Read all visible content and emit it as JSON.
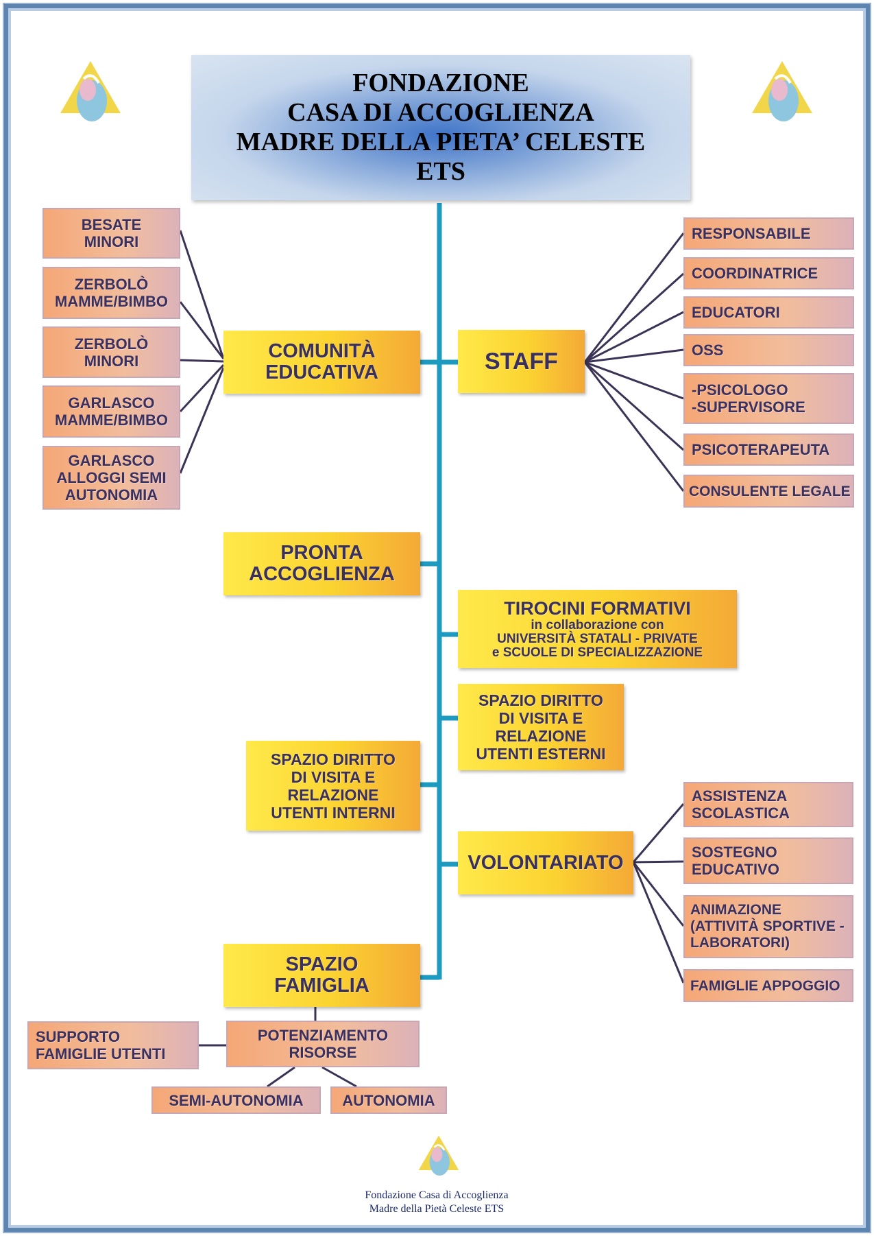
{
  "title": {
    "line1": "FONDAZIONE",
    "line2": "CASA DI ACCOGLIENZA",
    "line3": "MADRE DELLA PIETA’ CELESTE",
    "line4": "ETS"
  },
  "comunita": {
    "label_line1": "COMUNITÀ",
    "label_line2": "EDUCATIVA",
    "children": [
      {
        "line1": "BESATE",
        "line2": "MINORI"
      },
      {
        "line1": "ZERBOLÒ",
        "line2": "MAMME/BIMBO"
      },
      {
        "line1": "ZERBOLÒ",
        "line2": "MINORI"
      },
      {
        "line1": "GARLASCO",
        "line2": "MAMME/BIMBO"
      },
      {
        "line1": "GARLASCO",
        "line2": "ALLOGGI SEMI",
        "line3": "AUTONOMIA"
      }
    ]
  },
  "staff": {
    "label": "STAFF",
    "children": [
      {
        "line1": "RESPONSABILE"
      },
      {
        "line1": "COORDINATRICE"
      },
      {
        "line1": "EDUCATORI"
      },
      {
        "line1": "OSS"
      },
      {
        "line1": "-PSICOLOGO",
        "line2": "-SUPERVISORE"
      },
      {
        "line1": "PSICOTERAPEUTA"
      },
      {
        "line1": "CONSULENTE LEGALE"
      }
    ]
  },
  "pronta": {
    "line1": "PRONTA",
    "line2": "ACCOGLIENZA"
  },
  "tirocini": {
    "line1": "TIROCINI FORMATIVI",
    "line2": "in collaborazione con",
    "line3": "UNIVERSITÀ STATALI - PRIVATE",
    "line4": "e SCUOLE DI SPECIALIZZAZIONE"
  },
  "spazio_esterni": {
    "line1": "SPAZIO DIRITTO",
    "line2": "DI VISITA E",
    "line3": "RELAZIONE",
    "line4": "UTENTI ESTERNI"
  },
  "spazio_interni": {
    "line1": "SPAZIO DIRITTO",
    "line2": "DI VISITA E",
    "line3": "RELAZIONE",
    "line4": "UTENTI INTERNI"
  },
  "volontariato": {
    "label": "VOLONTARIATO",
    "children": [
      {
        "line1": "ASSISTENZA",
        "line2": "SCOLASTICA"
      },
      {
        "line1": "SOSTEGNO",
        "line2": "EDUCATIVO"
      },
      {
        "line1": "ANIMAZIONE",
        "line2": "(ATTIVITÀ SPORTIVE -",
        "line3": "LABORATORI)"
      },
      {
        "line1": "FAMIGLIE APPOGGIO"
      }
    ]
  },
  "spazio_famiglia": {
    "line1": "SPAZIO",
    "line2": "FAMIGLIA"
  },
  "potenziamento": {
    "line1": "POTENZIAMENTO",
    "line2": "RISORSE"
  },
  "supporto": {
    "line1": "SUPPORTO",
    "line2": "FAMIGLIE UTENTI"
  },
  "semi_autonomia": {
    "label": "SEMI-AUTONOMIA"
  },
  "autonomia": {
    "label": "AUTONOMIA"
  },
  "footer": {
    "line1": "Fondazione Casa di Accoglienza",
    "line2": "Madre della Pietà Celeste ETS"
  },
  "colors": {
    "trunk": "#1d9ac0",
    "connector": "#3b3355",
    "yellow_box": "#fbd331",
    "orange_box": "#f2b08c",
    "frame": "#5e84b0"
  }
}
